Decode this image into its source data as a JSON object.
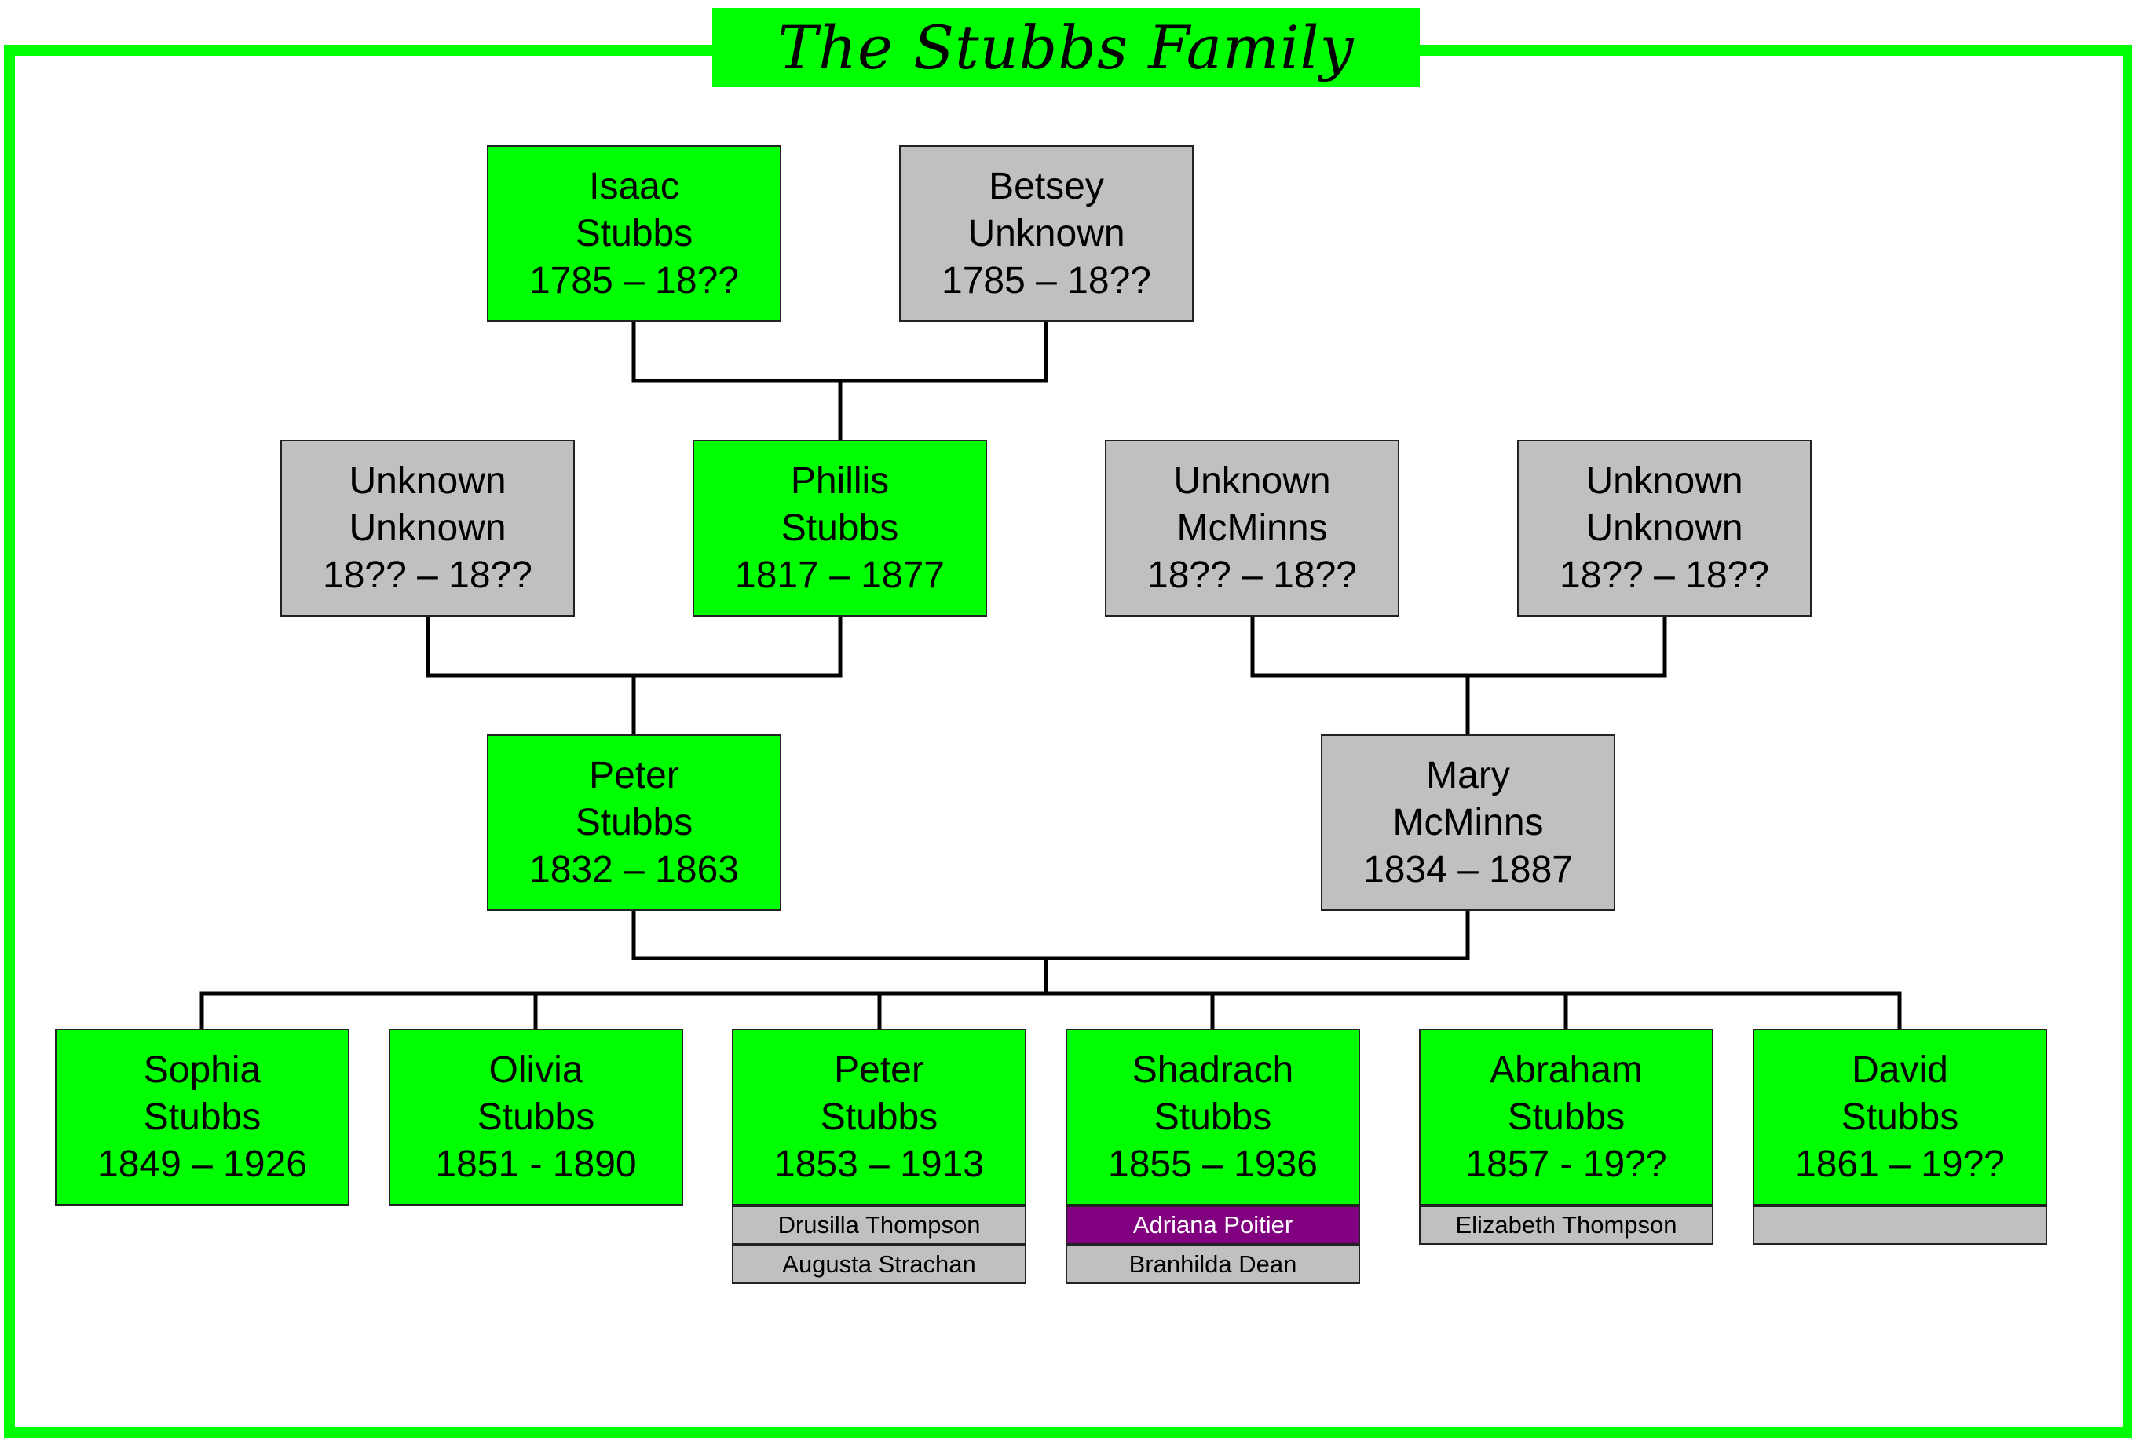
{
  "title": "The Stubbs Family",
  "colors": {
    "frame": "#00ff00",
    "bloodline": "#00ff00",
    "other": "#c0c0c0",
    "highlight_spouse": "#800080",
    "connector": "#000000"
  },
  "generation1": [
    {
      "first": "Isaac",
      "last": "Stubbs",
      "years": "1785 – 18??",
      "color": "green"
    },
    {
      "first": "Betsey",
      "last": "Unknown",
      "years": "1785 – 18??",
      "color": "gray"
    }
  ],
  "generation2": [
    {
      "first": "Unknown",
      "last": "Unknown",
      "years": "18?? – 18??",
      "color": "gray"
    },
    {
      "first": "Phillis",
      "last": "Stubbs",
      "years": "1817 – 1877",
      "color": "green"
    },
    {
      "first": "Unknown",
      "last": "McMinns",
      "years": "18?? – 18??",
      "color": "gray"
    },
    {
      "first": "Unknown",
      "last": "Unknown",
      "years": "18?? – 18??",
      "color": "gray"
    }
  ],
  "generation3": [
    {
      "first": "Peter",
      "last": "Stubbs",
      "years": "1832 – 1863",
      "color": "green"
    },
    {
      "first": "Mary",
      "last": "McMinns",
      "years": "1834 – 1887",
      "color": "gray"
    }
  ],
  "children": [
    {
      "first": "Sophia",
      "last": "Stubbs",
      "years": "1849 – 1926",
      "color": "green",
      "spouses": []
    },
    {
      "first": "Olivia",
      "last": "Stubbs",
      "years": "1851 - 1890",
      "color": "green",
      "spouses": []
    },
    {
      "first": "Peter",
      "last": "Stubbs",
      "years": "1853 – 1913",
      "color": "green",
      "spouses": [
        {
          "name": "Drusilla Thompson",
          "color": "gray"
        },
        {
          "name": "Augusta Strachan",
          "color": "gray"
        }
      ]
    },
    {
      "first": "Shadrach",
      "last": "Stubbs",
      "years": "1855 – 1936",
      "color": "green",
      "spouses": [
        {
          "name": "Adriana Poitier",
          "color": "purple"
        },
        {
          "name": "Branhilda Dean",
          "color": "gray"
        }
      ]
    },
    {
      "first": "Abraham",
      "last": "Stubbs",
      "years": "1857 - 19??",
      "color": "green",
      "spouses": [
        {
          "name": "Elizabeth Thompson",
          "color": "gray"
        }
      ]
    },
    {
      "first": "David",
      "last": "Stubbs",
      "years": "1861 – 19??",
      "color": "green",
      "spouses": [
        {
          "name": "",
          "color": "gray"
        }
      ]
    }
  ]
}
